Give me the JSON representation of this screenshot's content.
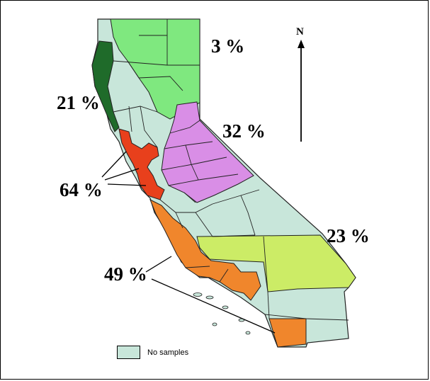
{
  "map": {
    "north_label": "N",
    "legend": {
      "label": "No samples",
      "color": "#c8e6da"
    },
    "regions": [
      {
        "id": "northeast",
        "label": "3 %",
        "color": "#7fe87f"
      },
      {
        "id": "northcoast",
        "label": "21 %",
        "color": "#1f6b2a"
      },
      {
        "id": "sierra",
        "label": "32 %",
        "color": "#d98ee6"
      },
      {
        "id": "bayarea",
        "label": "64 %",
        "color": "#e8401c"
      },
      {
        "id": "southeast",
        "label": "23 %",
        "color": "#ccec66"
      },
      {
        "id": "centralcoast-south",
        "label": "49 %",
        "color": "#f0862c"
      }
    ]
  }
}
